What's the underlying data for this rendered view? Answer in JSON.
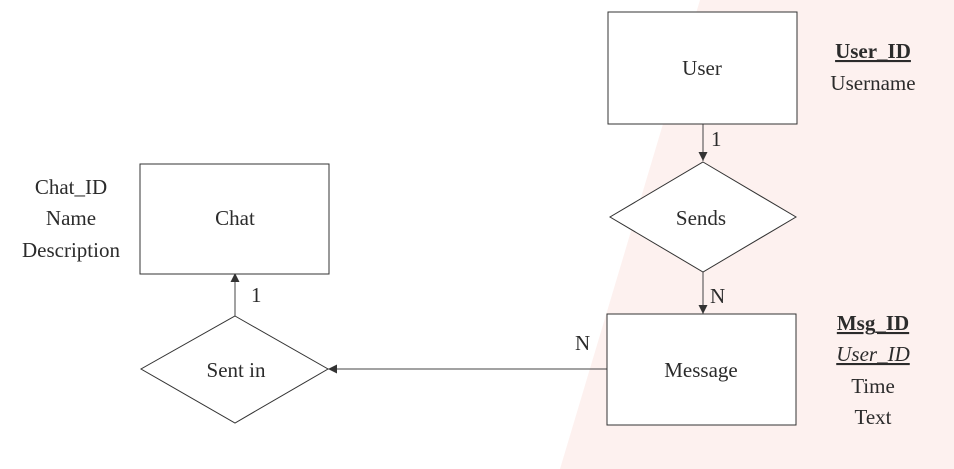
{
  "background": {
    "tint_color": "#fdf1ef"
  },
  "entities": {
    "user": {
      "label": "User"
    },
    "chat": {
      "label": "Chat"
    },
    "message": {
      "label": "Message"
    }
  },
  "relationships": {
    "sends": {
      "label": "Sends"
    },
    "sent_in": {
      "label": "Sent in"
    }
  },
  "attributes": {
    "user": {
      "pk": "User_ID",
      "items": [
        "Username"
      ]
    },
    "chat": {
      "items": [
        "Chat_ID",
        "Name",
        "Description"
      ]
    },
    "message": {
      "pk": "Msg_ID",
      "fk": "User_ID",
      "items": [
        "Time",
        "Text"
      ]
    }
  },
  "cardinalities": {
    "user_sends": "1",
    "sends_message": "N",
    "message_sent_in": "N",
    "sent_in_chat": "1"
  }
}
